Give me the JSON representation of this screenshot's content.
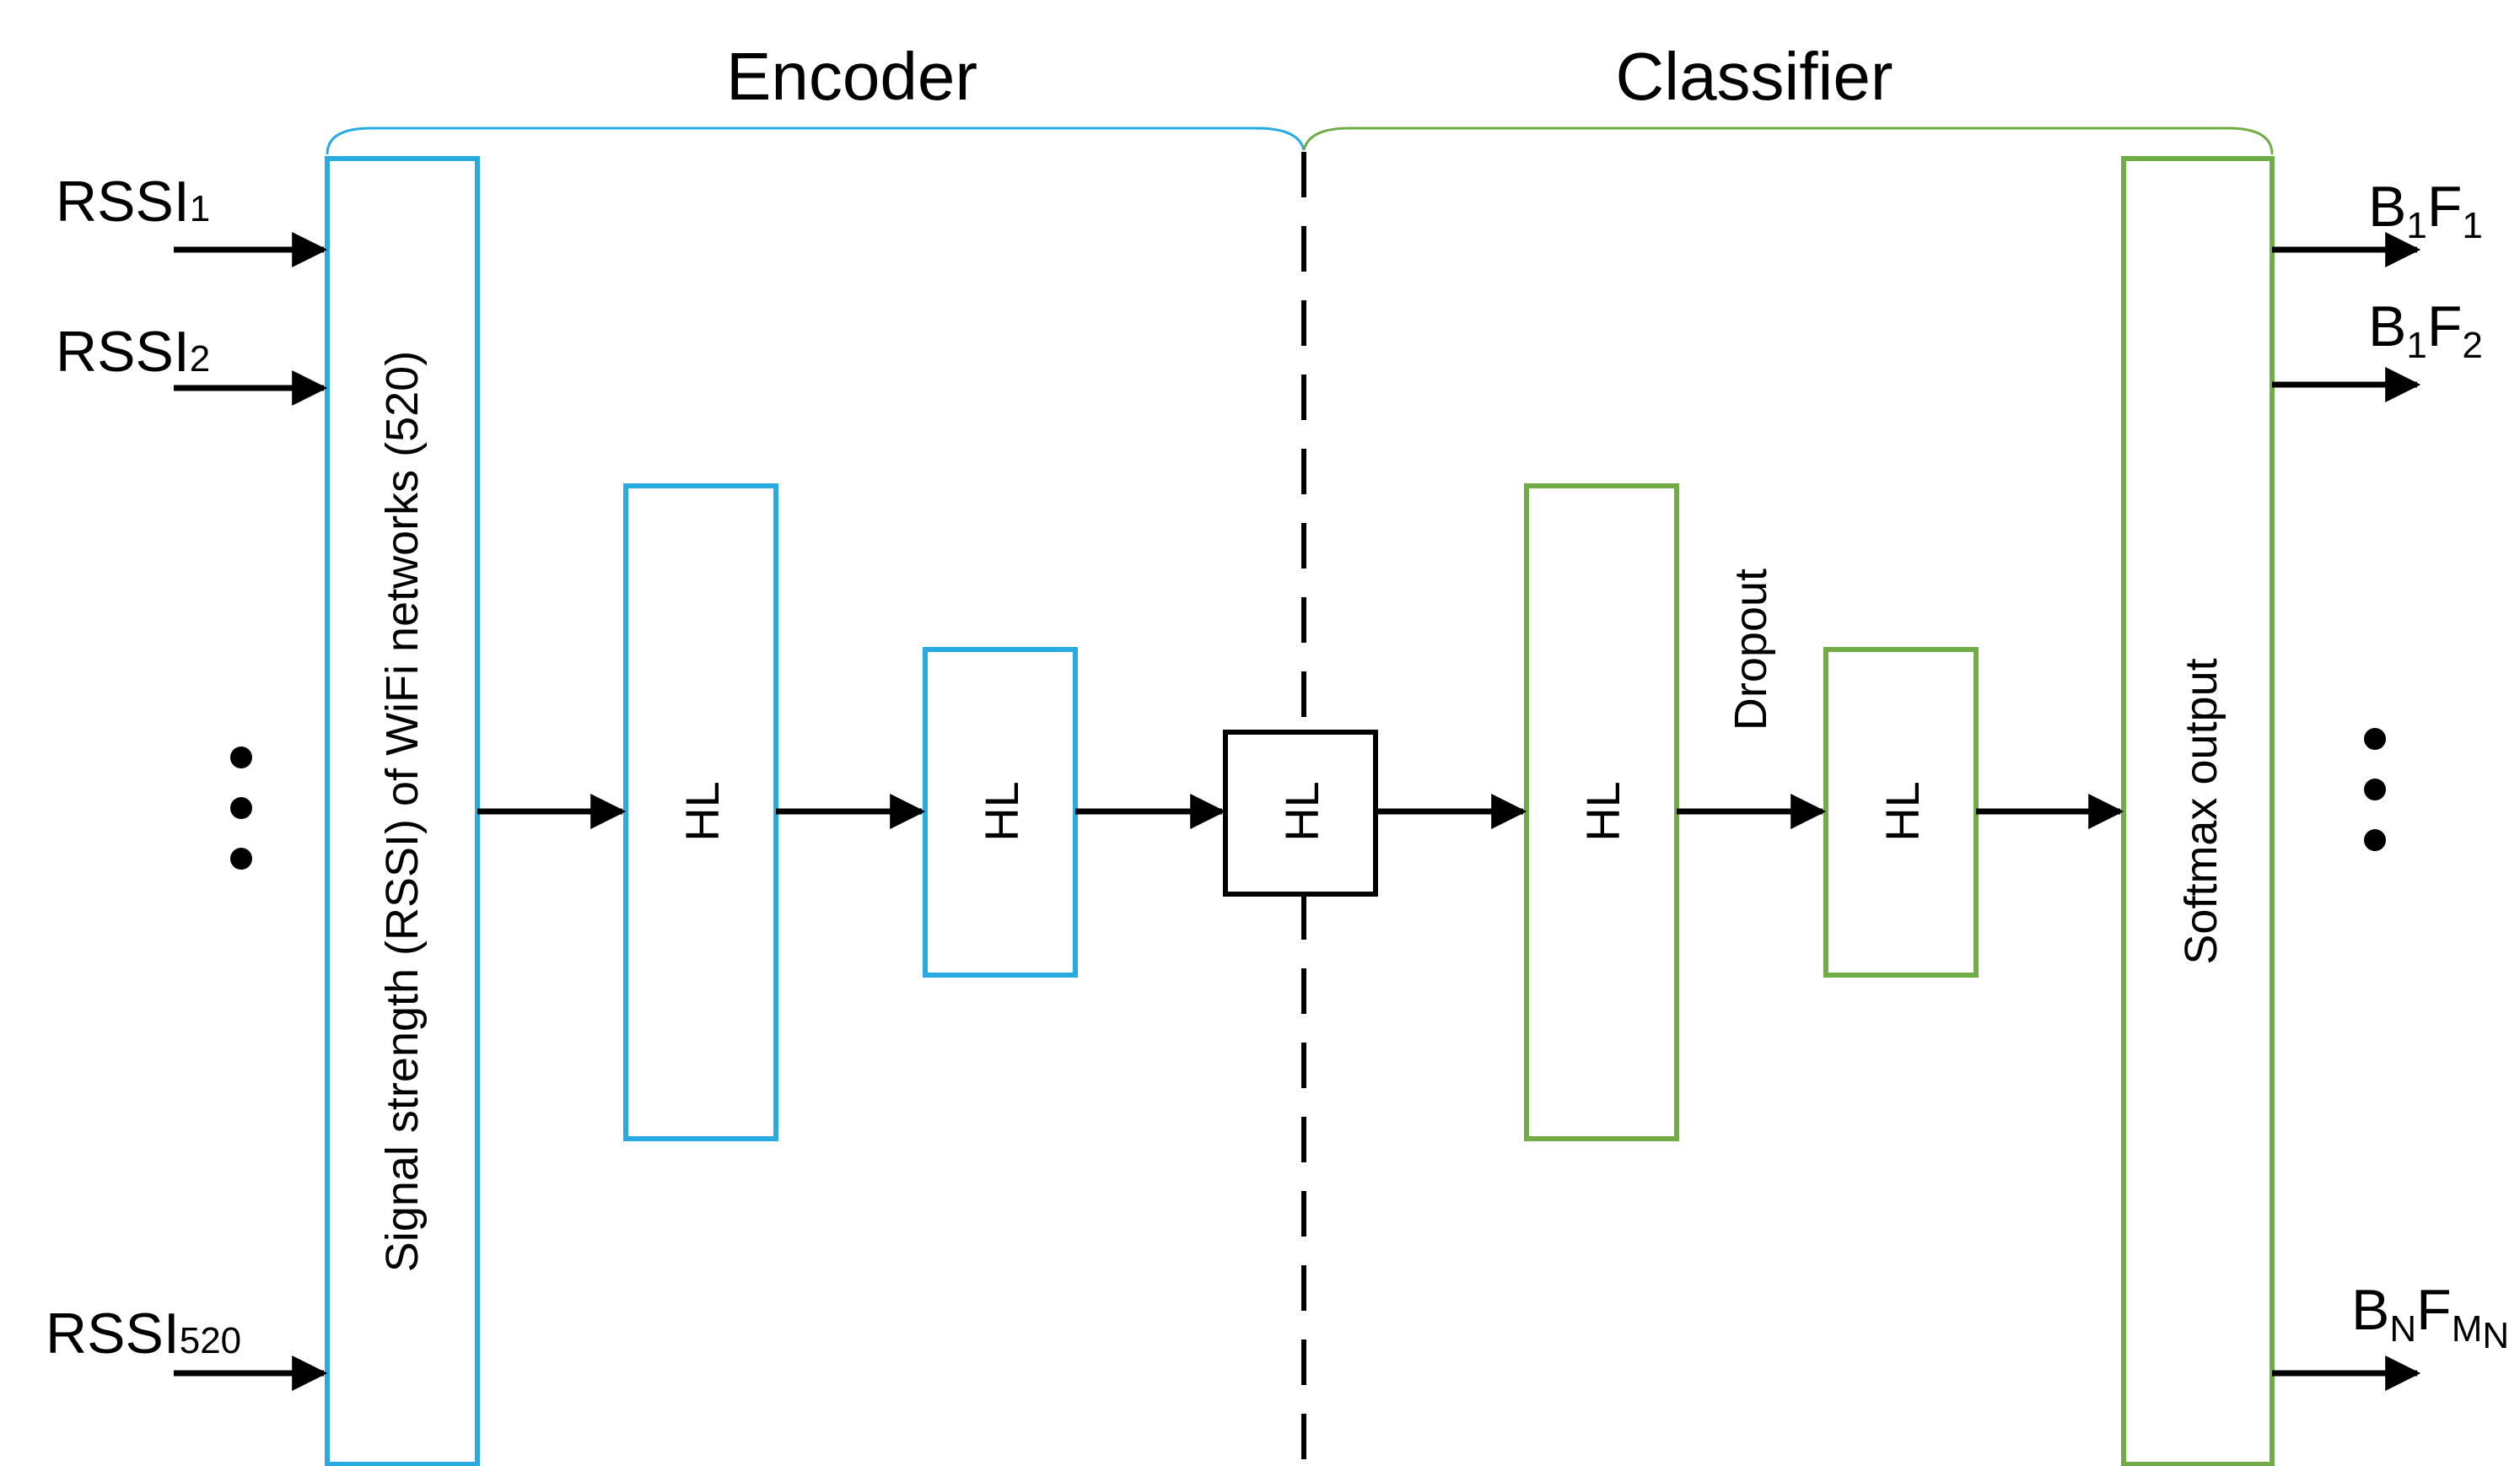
{
  "sections": {
    "encoder": "Encoder",
    "classifier": "Classifier"
  },
  "colors": {
    "encoder": "#29abe2",
    "classifier": "#70ad47",
    "middle": "#000000",
    "arrow": "#000000"
  },
  "inputs": [
    {
      "base": "RSSI",
      "sub": "1"
    },
    {
      "base": "RSSI",
      "sub": "2"
    },
    {
      "base": "RSSI",
      "sub": "520"
    }
  ],
  "input_layer_label": "Signal strength (RSSI) of WiFi networks (520)",
  "hidden_layer_label": "HL",
  "dropout_label": "Dropout",
  "output_layer_label": "Softmax output",
  "outputs": [
    {
      "b": "B",
      "bsub": "1",
      "f": "F",
      "fsub": "1",
      "fsubsub": ""
    },
    {
      "b": "B",
      "bsub": "1",
      "f": "F",
      "fsub": "2",
      "fsubsub": ""
    },
    {
      "b": "B",
      "bsub": "N",
      "f": "F",
      "fsub": "M",
      "fsubsub": "N"
    }
  ],
  "icons": {
    "ellipsis_left": "vertical-ellipsis",
    "ellipsis_right": "vertical-ellipsis",
    "arrows": "right-arrow"
  }
}
